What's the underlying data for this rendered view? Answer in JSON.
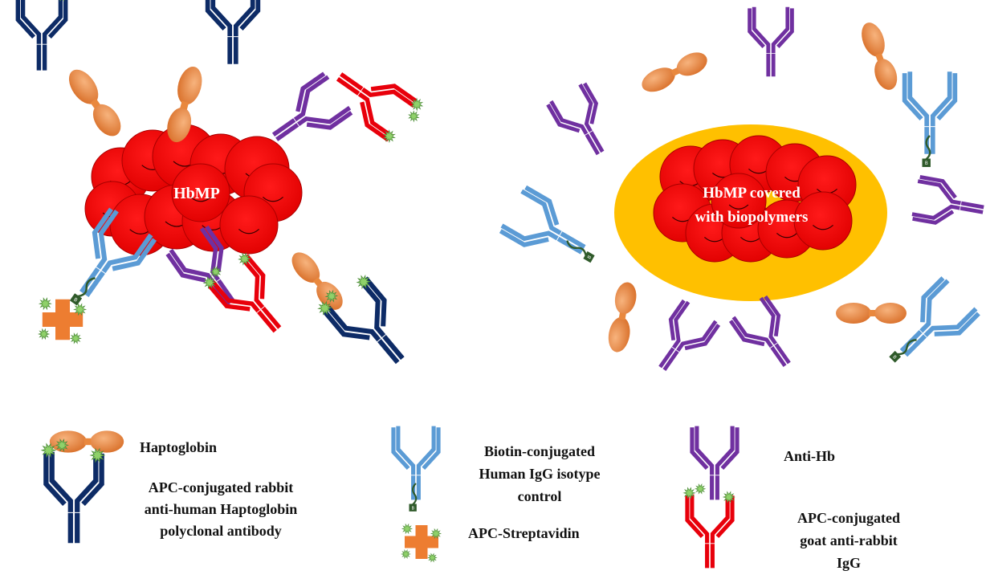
{
  "core_left_label": "HbMP",
  "core_right_label": [
    "HbMP covered",
    "with biopolymers"
  ],
  "biotin_mark": "B",
  "legend": [
    {
      "key": "haptoglobin",
      "lines": [
        "Haptoglobin"
      ]
    },
    {
      "key": "apc_rabbit",
      "lines": [
        "APC-conjugated rabbit",
        "anti-human Haptoglobin",
        "polyclonal antibody"
      ]
    },
    {
      "key": "biotin_igg",
      "lines": [
        "Biotin-conjugated",
        "Human IgG isotype",
        "control"
      ]
    },
    {
      "key": "apc_strep",
      "lines": [
        "APC-Streptavidin"
      ]
    },
    {
      "key": "anti_hb",
      "lines": [
        "Anti-Hb"
      ]
    },
    {
      "key": "apc_goat",
      "lines": [
        "APC-conjugated",
        "goat anti-rabbit",
        "IgG"
      ]
    }
  ],
  "colors": {
    "cell": "#ee0000",
    "coat": "#ffc000",
    "haptoglobin": "#e9883e",
    "rabbit_ab": "#0d2b66",
    "biotin_ab": "#5b9bd5",
    "anti_hb": "#7030a0",
    "goat_ab": "#e8000b",
    "streptavidin": "#ed7d31",
    "apc": "#8fd16a",
    "biotin": "#2f5a2a"
  }
}
